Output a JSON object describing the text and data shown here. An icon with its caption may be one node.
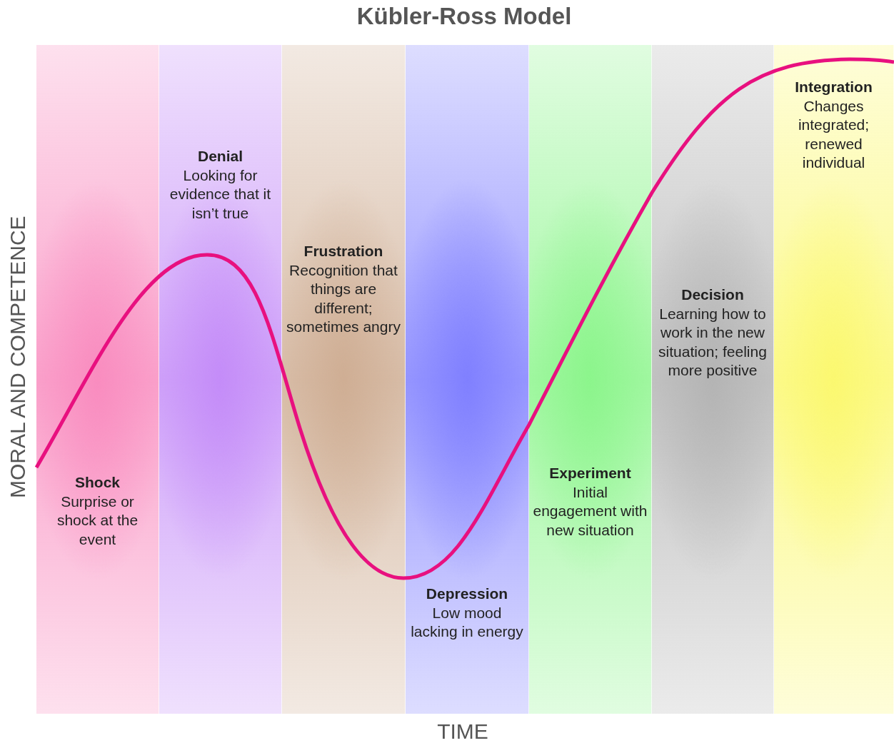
{
  "diagram": {
    "title": "Kübler-Ross Model",
    "nodes": [
      {
        "text": [
          "Shock",
          "Surprise or shock at the event"
        ]
      },
      {
        "text": [
          "Denial",
          "Looking for evidence that it isn’t true"
        ]
      },
      {
        "text": [
          "Frustration",
          "Recognition that things are different; sometimes angry"
        ]
      },
      {
        "text": [
          "Depression",
          "Low mood lacking in energy"
        ]
      },
      {
        "text": [
          "Experiment",
          "Initial engagement with new situation"
        ]
      },
      {
        "text": [
          "Decision",
          "Learning how to work in the new situation; feeling more positive"
        ]
      },
      {
        "text": [
          "Integration",
          "Changes integrated; renewed individual"
        ]
      }
    ],
    "labels": [
      "MORAL AND COMPETENCE",
      "TIME"
    ]
  }
}
